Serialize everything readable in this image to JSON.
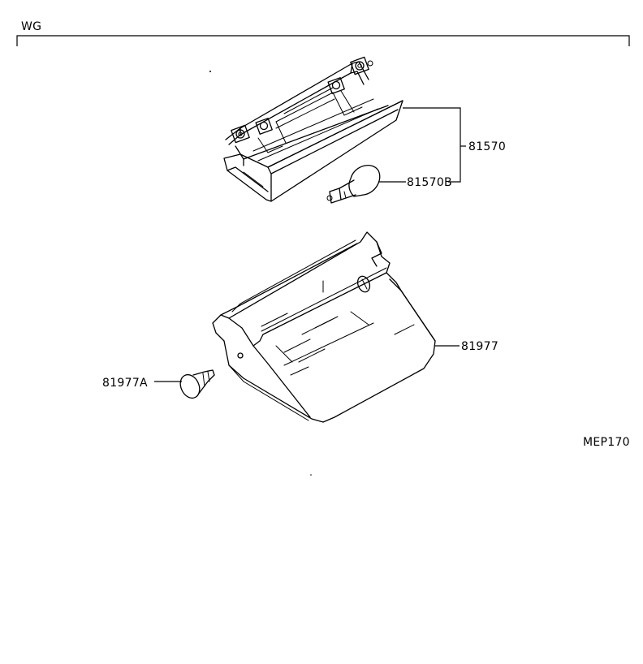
{
  "diagram": {
    "group_code": "WG",
    "figure_code": "MEP170",
    "callouts": {
      "lamp_assembly": "81570",
      "bulb": "81570B",
      "cover": "81977",
      "clip": "81977A"
    }
  }
}
